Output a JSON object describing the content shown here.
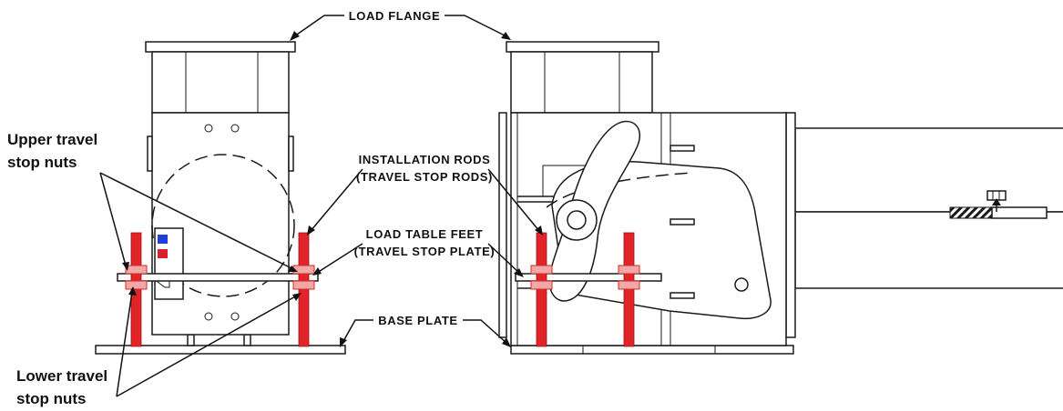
{
  "labels": {
    "load_flange": "LOAD FLANGE",
    "installation_rods_1": "INSTALLATION RODS",
    "installation_rods_2": "(TRAVEL STOP RODS)",
    "load_table_feet_1": "LOAD TABLE FEET",
    "load_table_feet_2": "(TRAVEL STOP PLATE)",
    "base_plate": "BASE PLATE",
    "upper_travel_1": "Upper travel",
    "upper_travel_2": "stop nuts",
    "lower_travel_1": "Lower travel",
    "lower_travel_2": "stop nuts"
  },
  "colors": {
    "rod_red": "#e0242a",
    "nut_pink": "#f3a8a8",
    "nut_stroke": "#d0282c",
    "indicator_blue": "#1f3fd6",
    "indicator_red": "#d8222a",
    "line": "#1a1a1a"
  }
}
